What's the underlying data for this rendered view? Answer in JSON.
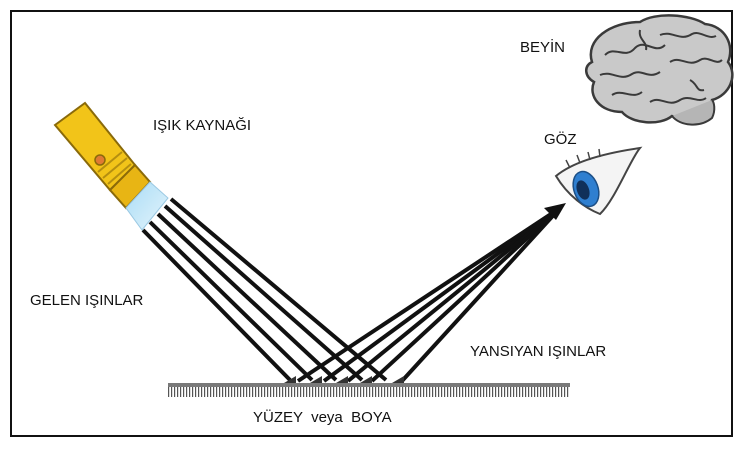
{
  "labels": {
    "brain": "BEYİN",
    "light_source": "IŞIK KAYNAĞI",
    "eye": "GÖZ",
    "incoming_rays": "GELEN IŞINLAR",
    "reflected_rays": "YANSIYAN IŞINLAR",
    "surface": "YÜZEY  veya  BOYA"
  },
  "colors": {
    "flashlight_body": "#F2C419",
    "flashlight_outline": "#8A6A0A",
    "flashlight_lens": "#BFE3F7",
    "ray": "#111111",
    "brain_fill": "#C9C9C9",
    "brain_outline": "#3A3A3A",
    "iris": "#2F7FD0",
    "surface": "#7A7A7A"
  },
  "icons": {
    "light_source": "flashlight-icon",
    "brain": "brain-icon",
    "eye": "eye-icon"
  }
}
